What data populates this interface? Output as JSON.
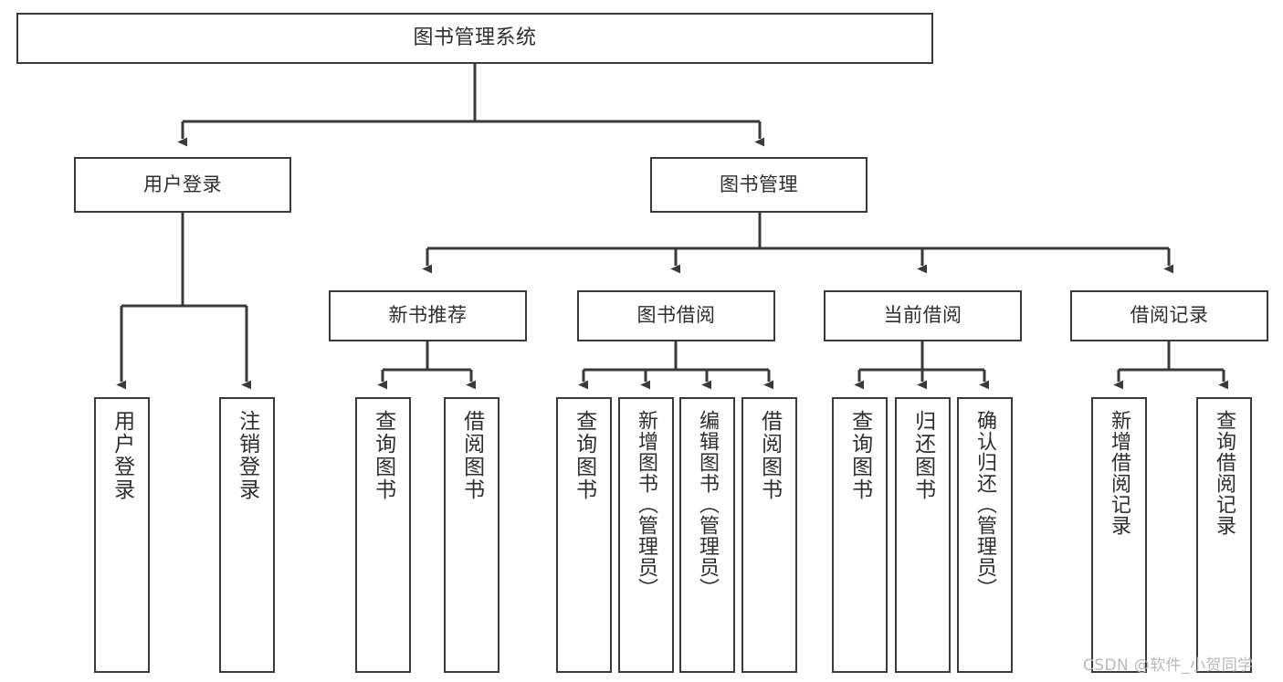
{
  "diagram": {
    "title": "图书管理系统",
    "type": "hierarchy-tree",
    "colors": {
      "background": "#ffffff",
      "box_border": "#3a3a3a",
      "box_fill": "#ffffff",
      "text": "#2e2e2e",
      "connector": "#3a3a3a",
      "watermark": "#b9b9b9"
    }
  },
  "nodes": {
    "root": {
      "label": "图书管理系统"
    },
    "level2": [
      {
        "id": "user-login",
        "label": "用户登录"
      },
      {
        "id": "book-management",
        "label": "图书管理"
      }
    ],
    "level3": [
      {
        "id": "new-book-recommend",
        "label": "新书推荐"
      },
      {
        "id": "book-borrow",
        "label": "图书借阅"
      },
      {
        "id": "current-borrow",
        "label": "当前借阅"
      },
      {
        "id": "borrow-record",
        "label": "借阅记录"
      }
    ],
    "leaves": {
      "user_login": [
        {
          "id": "leaf-user-login",
          "label": "用户登录"
        },
        {
          "id": "leaf-logout-login",
          "label": "注销登录"
        }
      ],
      "new_book_recommend": [
        {
          "id": "leaf-query-book-1",
          "label": "查询图书"
        },
        {
          "id": "leaf-borrow-book-1",
          "label": "借阅图书"
        }
      ],
      "book_borrow": [
        {
          "id": "leaf-query-book-2",
          "label": "查询图书"
        },
        {
          "id": "leaf-add-book",
          "label": "新增图书（管理员）"
        },
        {
          "id": "leaf-edit-book",
          "label": "编辑图书（管理员）"
        },
        {
          "id": "leaf-borrow-book-2",
          "label": "借阅图书"
        }
      ],
      "current_borrow": [
        {
          "id": "leaf-query-book-3",
          "label": "查询图书"
        },
        {
          "id": "leaf-return-book",
          "label": "归还图书"
        },
        {
          "id": "leaf-confirm-return",
          "label": "确认归还（管理员）"
        }
      ],
      "borrow_record": [
        {
          "id": "leaf-add-record",
          "label": "新增借阅记录"
        },
        {
          "id": "leaf-query-record",
          "label": "查询借阅记录"
        }
      ]
    }
  },
  "watermark": {
    "text": "CSDN @软件_小贺同学"
  }
}
